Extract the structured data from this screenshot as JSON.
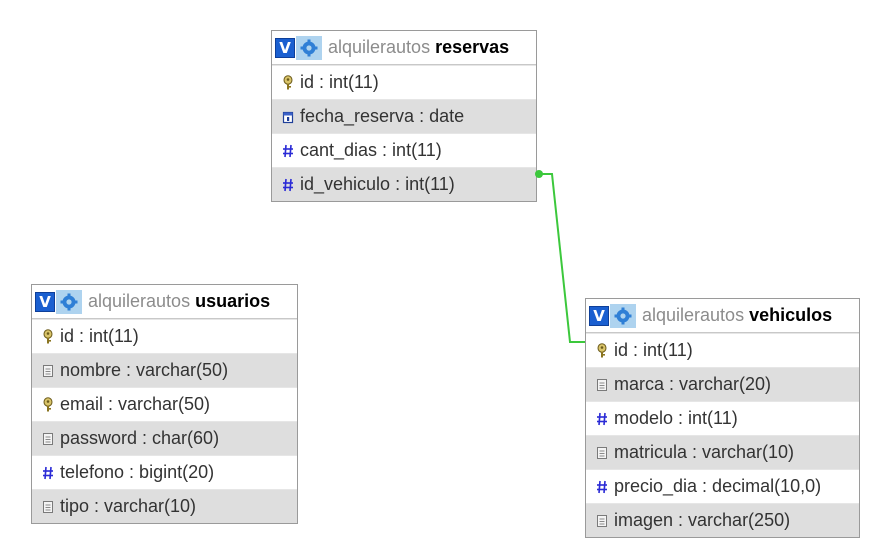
{
  "tables": [
    {
      "key": "reservas",
      "db": "alquilerautos",
      "name": "reservas",
      "columns": [
        {
          "text": "id : int(11)",
          "icon": "key-icon"
        },
        {
          "text": "fecha_reserva : date",
          "icon": "calendar-icon"
        },
        {
          "text": "cant_dias : int(11)",
          "icon": "hash-icon"
        },
        {
          "text": "id_vehiculo : int(11)",
          "icon": "hash-icon"
        }
      ]
    },
    {
      "key": "usuarios",
      "db": "alquilerautos",
      "name": "usuarios",
      "columns": [
        {
          "text": "id : int(11)",
          "icon": "key-icon"
        },
        {
          "text": "nombre : varchar(50)",
          "icon": "text-icon"
        },
        {
          "text": "email : varchar(50)",
          "icon": "key-icon"
        },
        {
          "text": "password : char(60)",
          "icon": "text-icon"
        },
        {
          "text": "telefono : bigint(20)",
          "icon": "hash-icon"
        },
        {
          "text": "tipo : varchar(10)",
          "icon": "text-icon"
        }
      ]
    },
    {
      "key": "vehiculos",
      "db": "alquilerautos",
      "name": "vehiculos",
      "columns": [
        {
          "text": "id : int(11)",
          "icon": "key-icon"
        },
        {
          "text": "marca : varchar(20)",
          "icon": "text-icon"
        },
        {
          "text": "modelo : int(11)",
          "icon": "hash-icon"
        },
        {
          "text": "matricula : varchar(10)",
          "icon": "text-icon"
        },
        {
          "text": "precio_dia : decimal(10,0)",
          "icon": "hash-icon"
        },
        {
          "text": "imagen : varchar(250)",
          "icon": "text-icon"
        }
      ]
    }
  ],
  "relation_color": "#3cc83c",
  "header_button_label": "V"
}
